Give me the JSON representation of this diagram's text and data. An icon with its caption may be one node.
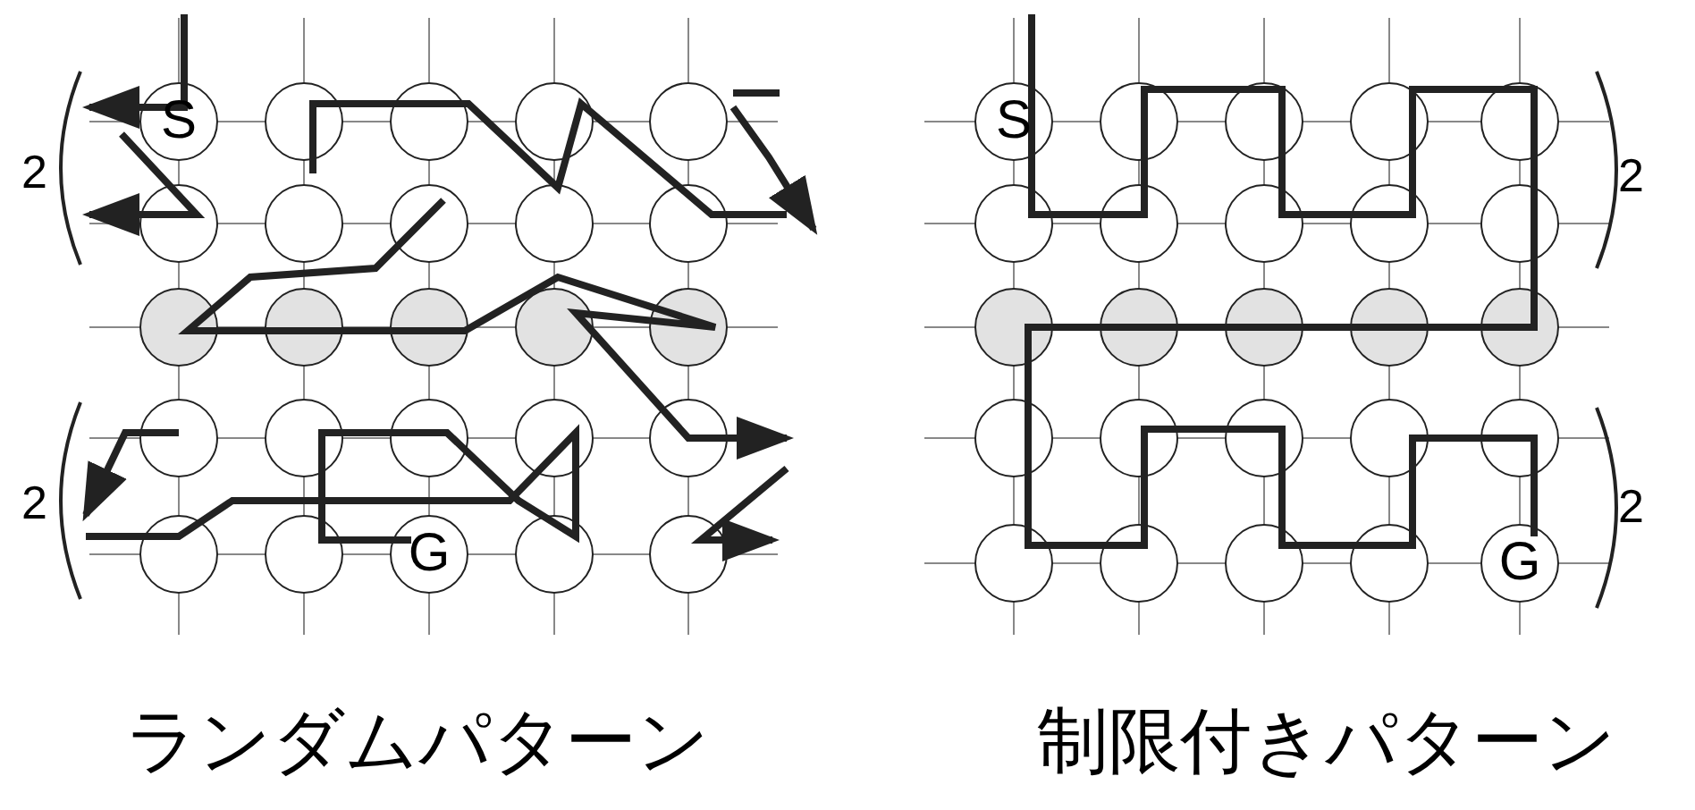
{
  "diagram": {
    "nodes": [
      {
        "text": [
          "S"
        ]
      },
      {
        "text": [],
        "shape": "circle"
      },
      {
        "text": [],
        "shape": "circle"
      },
      {
        "text": [],
        "shape": "circle"
      },
      {
        "text": [],
        "shape": "circle"
      },
      {
        "text": [],
        "shape": "circle"
      },
      {
        "text": [],
        "shape": "circle"
      },
      {
        "text": [],
        "shape": "circle"
      },
      {
        "text": [],
        "shape": "circle"
      },
      {
        "text": [],
        "shape": "circle"
      },
      {
        "text": [],
        "shape": "circle"
      },
      {
        "text": [],
        "shape": "circle"
      },
      {
        "text": [],
        "shape": "circle"
      },
      {
        "text": [],
        "shape": "circle"
      },
      {
        "text": [],
        "shape": "circle"
      },
      {
        "text": [],
        "shape": "circle"
      },
      {
        "text": [],
        "shape": "circle"
      },
      {
        "text": [],
        "shape": "circle"
      },
      {
        "text": [],
        "shape": "circle"
      },
      {
        "text": [],
        "shape": "circle"
      },
      {
        "text": [],
        "shape": "circle"
      },
      {
        "text": [],
        "shape": "circle"
      },
      {
        "text": [
          "G"
        ]
      },
      {
        "text": [],
        "shape": "circle"
      },
      {
        "text": [],
        "shape": "circle"
      },
      {
        "text": [
          "S"
        ]
      },
      {
        "text": [],
        "shape": "circle"
      },
      {
        "text": [],
        "shape": "circle"
      },
      {
        "text": [],
        "shape": "circle"
      },
      {
        "text": [],
        "shape": "circle"
      },
      {
        "text": [],
        "shape": "circle"
      },
      {
        "text": [],
        "shape": "circle"
      },
      {
        "text": [],
        "shape": "circle"
      },
      {
        "text": [],
        "shape": "circle"
      },
      {
        "text": [],
        "shape": "circle"
      },
      {
        "text": [],
        "shape": "circle"
      },
      {
        "text": [],
        "shape": "circle"
      },
      {
        "text": [],
        "shape": "circle"
      },
      {
        "text": [],
        "shape": "circle"
      },
      {
        "text": [],
        "shape": "circle"
      },
      {
        "text": [],
        "shape": "circle"
      },
      {
        "text": [],
        "shape": "circle"
      },
      {
        "text": [],
        "shape": "circle"
      },
      {
        "text": [],
        "shape": "circle"
      },
      {
        "text": [],
        "shape": "circle"
      },
      {
        "text": [],
        "shape": "circle"
      },
      {
        "text": [],
        "shape": "circle"
      },
      {
        "text": [],
        "shape": "circle"
      },
      {
        "text": [],
        "shape": "circle"
      },
      {
        "text": [
          "G"
        ]
      }
    ],
    "labels": [
      "2",
      "2",
      "2",
      "2",
      "ランダムパターン",
      "制限付きパターン"
    ]
  }
}
